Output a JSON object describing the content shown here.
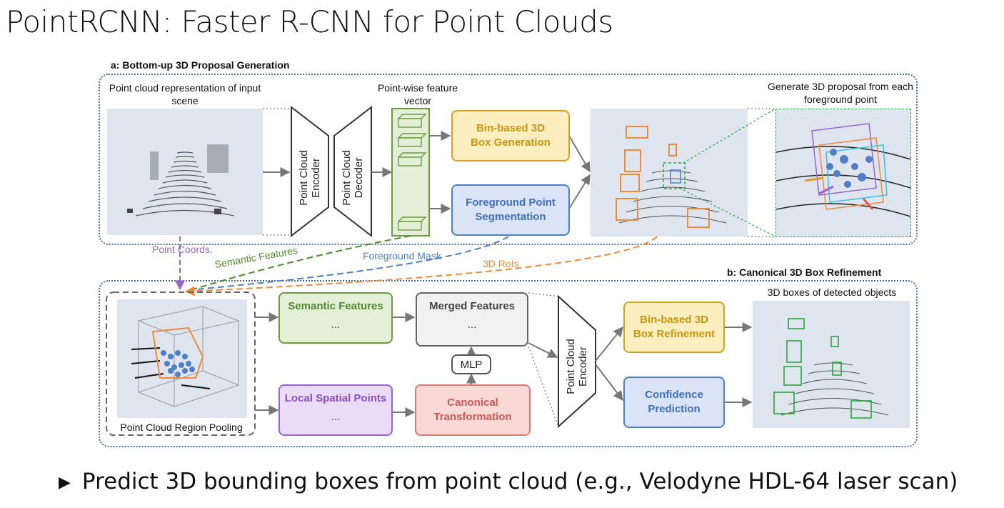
{
  "slide": {
    "title": "PointRCNN: Faster R-CNN for Point Clouds",
    "bullet": "Predict 3D bounding boxes from point cloud (e.g., Velodyne HDL-64 laser scan)"
  },
  "stage_a": {
    "label": "a: Bottom-up 3D Proposal Generation",
    "input_caption": "Point cloud representation of input scene",
    "encoder": "Point Cloud Encoder",
    "decoder": "Point Cloud Decoder",
    "feature_caption": "Point-wise feature vector",
    "box_generation": "Bin-based 3D Box Generation",
    "segmentation": "Foreground Point Segmentation",
    "proposal_caption": "Generate 3D proposal from each foreground point"
  },
  "connectors": {
    "point_coords": "Point Coords.",
    "semantic_features": "Semantic Features",
    "foreground_mask": "Foreground Mask",
    "rois": "3D RoIs"
  },
  "stage_b": {
    "label": "b: Canonical 3D Box Refinement",
    "pooling_caption": "Point Cloud Region Pooling",
    "semantic_features": "Semantic Features",
    "local_spatial_points": "Local Spatial Points",
    "merged_features": "Merged Features",
    "mlp": "MLP",
    "canonical_transformation": "Canonical Transformation",
    "encoder": "Point Cloud Encoder",
    "box_refinement": "Bin-based 3D Box Refinement",
    "confidence": "Confidence Prediction",
    "output_caption": "3D boxes of detected objects",
    "ellipsis": "..."
  },
  "colors": {
    "panel_border": "#4a6f97",
    "yellow": "#d8a21c",
    "blue": "#4f7fc7",
    "green": "#6b9a3f",
    "purple": "#9a63cf",
    "red": "#e07777",
    "orange": "#ee8a3a"
  }
}
